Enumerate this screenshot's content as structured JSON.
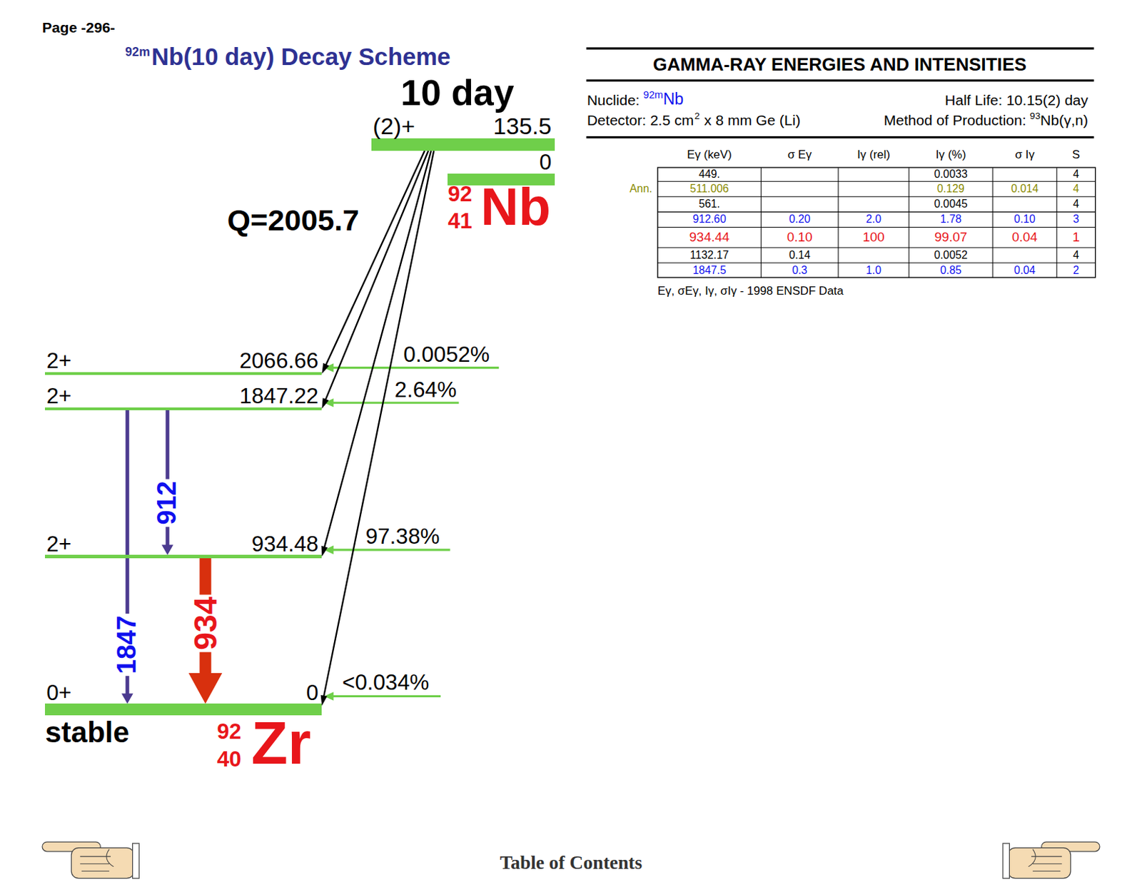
{
  "diagram": {
    "nodes": [
      {
        "text": [
          "(2)+",
          "135.5"
        ]
      },
      {
        "text": [
          "0"
        ]
      },
      {
        "text": [
          "2+",
          "2066.66"
        ]
      },
      {
        "text": [
          "2+",
          "1847.22"
        ]
      },
      {
        "text": [
          "2+",
          "934.48"
        ]
      },
      {
        "text": [
          "0+",
          "0"
        ]
      }
    ],
    "edges": [
      {
        "from": 0,
        "to": 2,
        "arrow": "to"
      },
      {
        "from": 0,
        "to": 3,
        "arrow": "to"
      },
      {
        "from": 0,
        "to": 4,
        "arrow": "to"
      },
      {
        "from": 0,
        "to": 5,
        "arrow": "to"
      },
      {
        "from": 3,
        "to": 4,
        "arrow": "to",
        "label": "912"
      },
      {
        "from": 3,
        "to": 5,
        "arrow": "to",
        "label": "1847"
      },
      {
        "from": 4,
        "to": 5,
        "arrow": "to",
        "label": "934"
      }
    ],
    "labels": [
      "Page -296-",
      "92m",
      "Nb(10 day) Decay Scheme",
      "10 day",
      "Q=2005.7",
      "92",
      "41",
      "Nb",
      "0.0052%",
      "2.64%",
      "97.38%",
      "<0.034%",
      "stable",
      "92",
      "40",
      "Zr",
      "GAMMA-RAY ENERGIES AND INTENSITIES",
      "Nuclide:",
      "92m",
      "Nb",
      "Half Life: 10.15(2) day",
      "Detector: 2.5 cm",
      "2",
      "x 8 mm Ge (Li)",
      "Method of Production:",
      "93",
      "Nb(γ,n)",
      "Eγ (keV)",
      "σ Eγ",
      "Iγ (rel)",
      "Iγ (%)",
      "σ Iγ",
      "S",
      "Ann.",
      "449.",
      "0.0033",
      "4",
      "511.006",
      "0.129",
      "0.014",
      "4",
      "561.",
      "0.0045",
      "4",
      "912.60",
      "0.20",
      "2.0",
      "1.78",
      "0.10",
      "3",
      "934.44",
      "0.10",
      "100",
      "99.07",
      "0.04",
      "1",
      "1132.17",
      "0.14",
      "0.0052",
      "4",
      "1847.5",
      "0.3",
      "1.0",
      "0.85",
      "0.04",
      "2",
      "Eγ, σEγ, Iγ, σIγ - 1998 ENSDF Data",
      "Table of Contents"
    ]
  }
}
